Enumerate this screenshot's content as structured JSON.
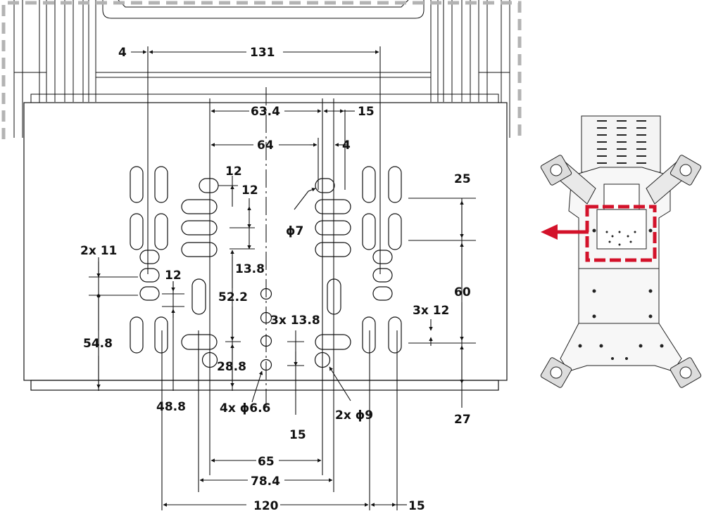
{
  "colors": {
    "line": "#111111",
    "dashed_border": "#b3b3b3",
    "highlight": "#d3122a",
    "thumb_fill": "#f4f4f4"
  },
  "icons": {
    "direction_arrow": "arrow-left-icon"
  },
  "dimensions": {
    "top_4": "4",
    "top_131": "131",
    "d_63_4": "63.4",
    "d_15_top": "15",
    "d_64": "64",
    "d_4_right": "4",
    "d_12_a": "12",
    "d_12_b": "12",
    "d_phi7": "ϕ7",
    "d_2x11": "2x 11",
    "d_13_8": "13.8",
    "d_12_c": "12",
    "d_52_2": "52.2",
    "d_3x13_8": "3x 13.8",
    "d_54_8": "54.8",
    "d_28_8": "28.8",
    "d_48_8": "48.8",
    "d_4x_phi66": "4x ϕ6.6",
    "d_15_mid": "15",
    "d_2x_phi9": "2x ϕ9",
    "d_65": "65",
    "d_78_4": "78.4",
    "d_120": "120",
    "d_15_bottom": "15",
    "d_25": "25",
    "d_60": "60",
    "d_3x12": "3x 12",
    "d_27": "27"
  }
}
